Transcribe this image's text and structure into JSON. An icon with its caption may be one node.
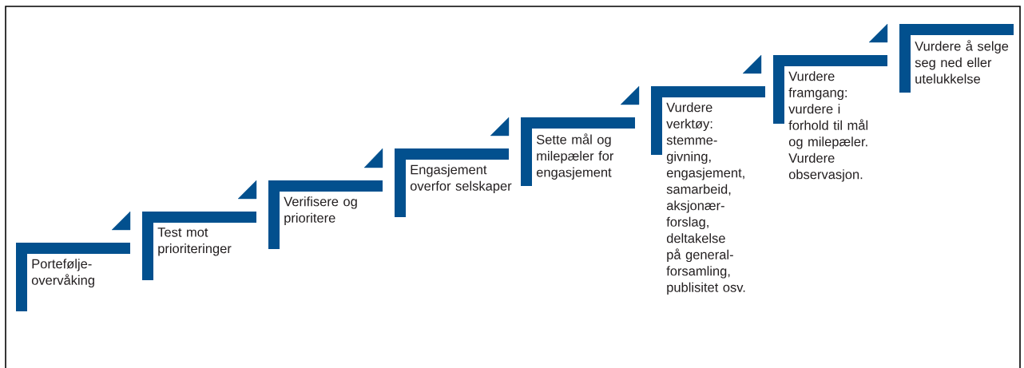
{
  "diagram": {
    "nodes": [
      {
        "text": [
          "Portefølje- overvåking"
        ]
      },
      {
        "text": [
          "Test mot prioriteringer"
        ]
      },
      {
        "text": [
          "Verifisere og prioritere"
        ]
      },
      {
        "text": [
          "Engasjement overfor selskaper"
        ]
      },
      {
        "text": [
          "Sette mål og milepæler for engasjement"
        ]
      },
      {
        "text": [
          "Vurdere verktøy: stemme- givning, engasjement, samarbeid, aksjonær- forslag, deltakelse på general- forsamling, publisitet osv."
        ]
      },
      {
        "text": [
          "Vurdere framgang: vurdere i forhold til mål og milepæler. Vurdere observasjon."
        ]
      },
      {
        "text": [
          "Vurdere å selge seg ned eller utelukkelse"
        ]
      }
    ],
    "edges": [
      {
        "from": 1,
        "to": 0,
        "arrow": "to"
      },
      {
        "from": 2,
        "to": 1,
        "arrow": "to"
      },
      {
        "from": 3,
        "to": 2,
        "arrow": "to"
      },
      {
        "from": 4,
        "to": 3,
        "arrow": "to"
      },
      {
        "from": 5,
        "to": 4,
        "arrow": "to"
      },
      {
        "from": 6,
        "to": 5,
        "arrow": "to"
      },
      {
        "from": 7,
        "to": 6,
        "arrow": "to"
      }
    ]
  }
}
